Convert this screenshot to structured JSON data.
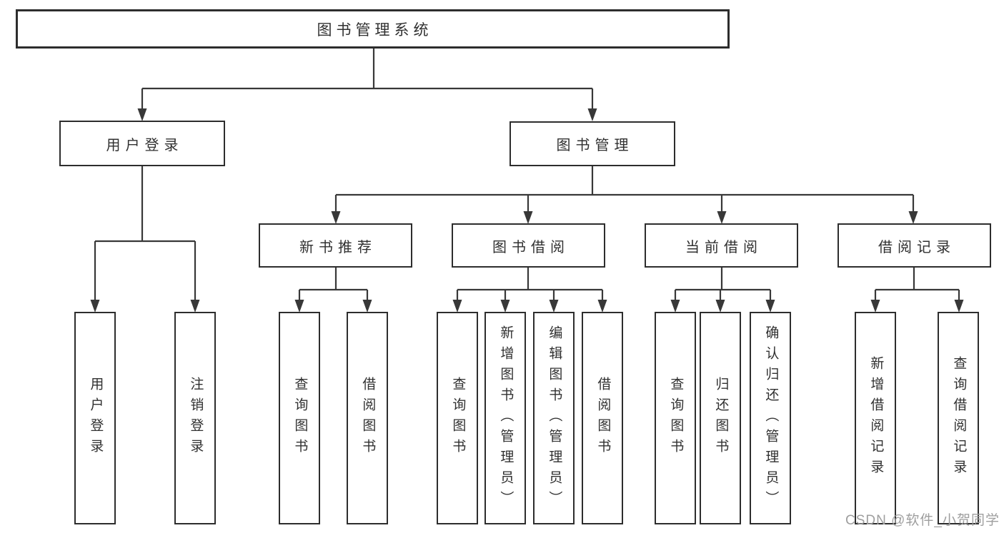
{
  "diagram": {
    "watermark": "CSDN @软件_小贺同学",
    "colors": {
      "background": "#ffffff",
      "box_border": "#2d2d2d",
      "connector_line": "#383838",
      "text": "#303030",
      "watermark_text": "#9e9e9e"
    },
    "tree": {
      "label": "图书管理系统",
      "children": [
        {
          "label": "用户登录",
          "children": [
            {
              "label": "用户登录"
            },
            {
              "label": "注销登录"
            }
          ]
        },
        {
          "label": "图书管理",
          "children": [
            {
              "label": "新书推荐",
              "children": [
                {
                  "label": "查询图书"
                },
                {
                  "label": "借阅图书"
                }
              ]
            },
            {
              "label": "图书借阅",
              "children": [
                {
                  "label": "查询图书"
                },
                {
                  "label": "新增图书（管理员）"
                },
                {
                  "label": "编辑图书（管理员）"
                },
                {
                  "label": "借阅图书"
                }
              ]
            },
            {
              "label": "当前借阅",
              "children": [
                {
                  "label": "查询图书"
                },
                {
                  "label": "归还图书"
                },
                {
                  "label": "确认归还（管理员）"
                }
              ]
            },
            {
              "label": "借阅记录",
              "children": [
                {
                  "label": "新增借阅记录"
                },
                {
                  "label": "查询借阅记录"
                }
              ]
            }
          ]
        }
      ]
    }
  }
}
